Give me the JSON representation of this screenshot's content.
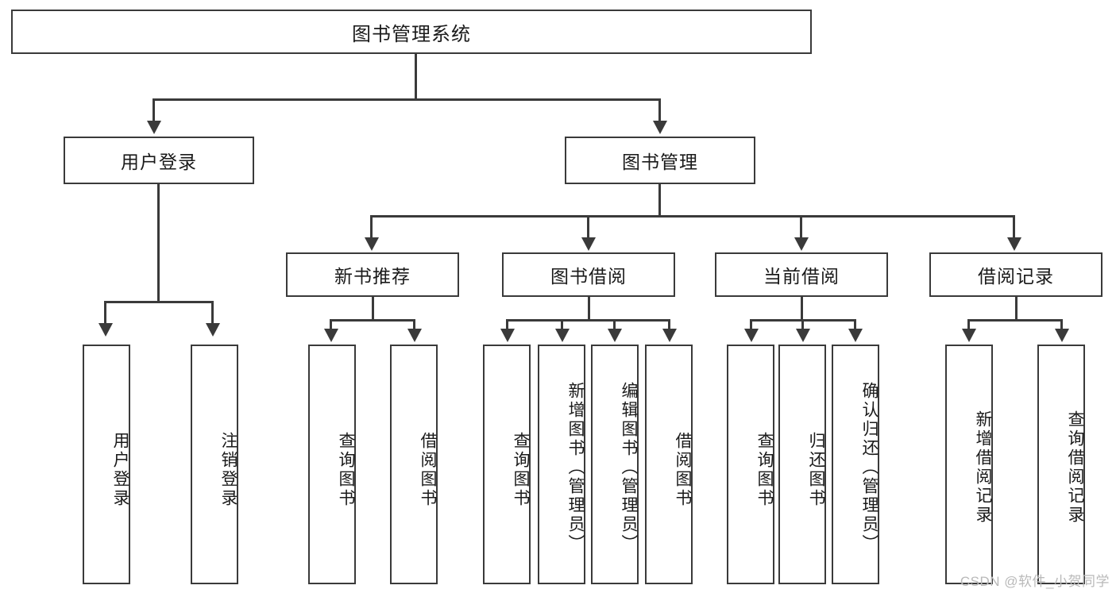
{
  "diagram": {
    "title": "图书管理系统",
    "watermark": "CSDN @软件_小贺同学",
    "line_color": "#3a3a3a",
    "background_color": "#ffffff",
    "text_color": "#1a1a1a",
    "watermark_color": "#b9b9b9",
    "root": {
      "label": "图书管理系统"
    },
    "level2": [
      {
        "label": "用户登录"
      },
      {
        "label": "图书管理"
      }
    ],
    "level3": [
      {
        "label": "新书推荐"
      },
      {
        "label": "图书借阅"
      },
      {
        "label": "当前借阅"
      },
      {
        "label": "借阅记录"
      }
    ],
    "leaves": {
      "user_login": [
        {
          "label": "用户登录"
        },
        {
          "label": "注销登录"
        }
      ],
      "new_book_recommend": [
        {
          "label": "查询图书"
        },
        {
          "label": "借阅图书"
        }
      ],
      "book_borrow": [
        {
          "label": "查询图书"
        },
        {
          "label": "新增图书（管理员）"
        },
        {
          "label": "编辑图书（管理员）"
        },
        {
          "label": "借阅图书"
        }
      ],
      "current_borrow": [
        {
          "label": "查询图书"
        },
        {
          "label": "归还图书"
        },
        {
          "label": "确认归还（管理员）"
        }
      ],
      "borrow_record": [
        {
          "label": "新增借阅记录"
        },
        {
          "label": "查询借阅记录"
        }
      ]
    }
  }
}
